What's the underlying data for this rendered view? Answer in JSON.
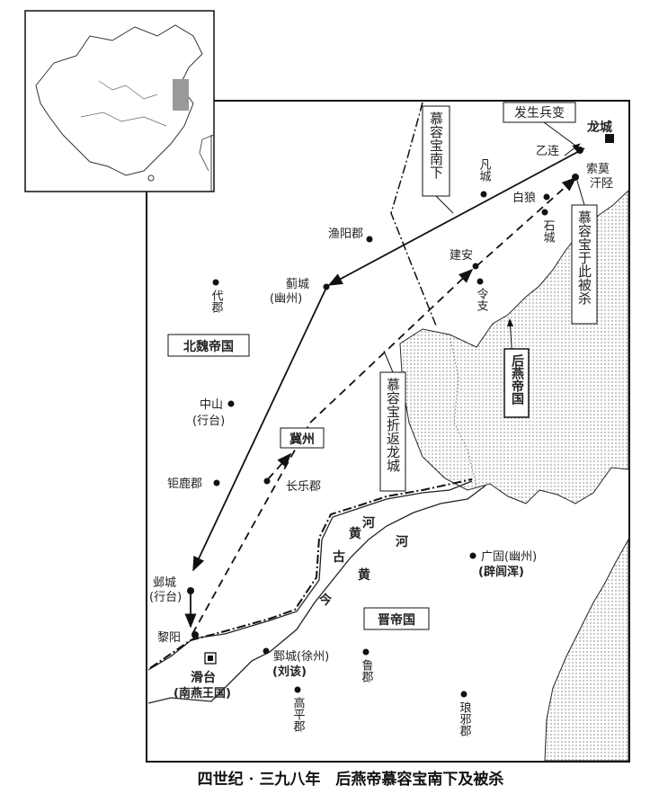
{
  "caption": "四世纪 · 三九八年　后燕帝慕容宝南下及被杀",
  "states": {
    "northern_wei": "北魏帝国",
    "later_yan": "后燕帝国",
    "jin": "晋帝国",
    "jizhou": "冀州"
  },
  "annotations": {
    "south": "慕容宝南下",
    "mutiny": "发生兵变",
    "killed": "慕容宝于此被杀",
    "return": "慕容宝折返龙城"
  },
  "places": {
    "longcheng": "龙城",
    "yilian": "乙连",
    "suomo": "索莫",
    "hanxing": "汗陉",
    "fancheng": "凡城",
    "bailang": "白狼",
    "shicheng": "石城",
    "yuyang": "渔阳郡",
    "jian_an": "建安",
    "lingzhi": "令支",
    "jicheng": "蓟城",
    "jicheng_note": "(幽州)",
    "daijun": "代郡",
    "zhongshan": "中山",
    "zhongshan_note": "(行台)",
    "julu": "钜鹿郡",
    "changle": "长乐郡",
    "guanggu": "广固(幽州)",
    "guanggu_note": "(辟闾浑)",
    "yecheng": "邺城",
    "yecheng_note": "(行台)",
    "liyang": "黎阳",
    "huatai": "滑台",
    "huatai_note": "(南燕王国)",
    "juancheng": "鄄城(徐州)",
    "juancheng_note": "(刘该)",
    "lujun": "鲁郡",
    "gaoping": "高平郡",
    "langya": "琅邪郡"
  },
  "rivers": {
    "he1": "河",
    "huang1": "黄",
    "gu": "古",
    "he2": "河",
    "huang2": "黄",
    "jin": "今"
  }
}
